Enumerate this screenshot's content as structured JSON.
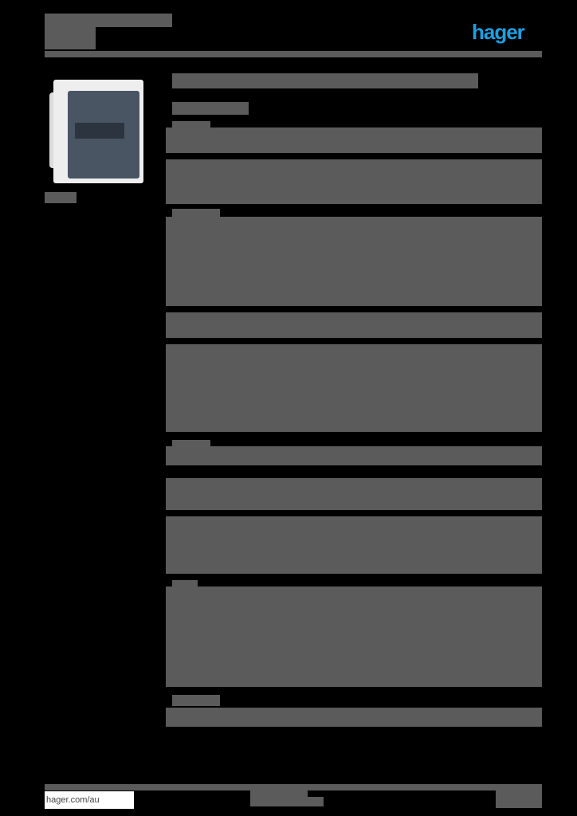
{
  "header": {
    "title_line1": "[redacted]",
    "title_line2": "[redacted]",
    "logo": "hager",
    "brand_color": "#1ba0e2"
  },
  "product": {
    "image": "flush-mounted-consumer-unit-image",
    "caption": "[redacted]"
  },
  "main": {
    "heading": "[redacted]",
    "subheading": "[redacted]",
    "sections": [
      {
        "label": "[redacted]",
        "rows": 3
      },
      {
        "label": "[redacted]",
        "rows": 6
      },
      {
        "label": "[redacted]",
        "rows": 3
      },
      {
        "label": "[redacted]",
        "rows": 6
      },
      {
        "label": "[redacted]",
        "rows": 2
      },
      {
        "label": "[redacted]",
        "rows": 2
      },
      {
        "label": "[redacted]",
        "rows": 4
      },
      {
        "label": "[redacted]",
        "rows": 6
      },
      {
        "label": "[redacted]",
        "rows": 2
      }
    ]
  },
  "footer": {
    "url": "hager.com/au",
    "center": "[redacted]",
    "page": "[redacted]"
  },
  "colors": {
    "background": "#000000",
    "redaction": "#5a5b5a",
    "accent": "#1ba0e2"
  }
}
